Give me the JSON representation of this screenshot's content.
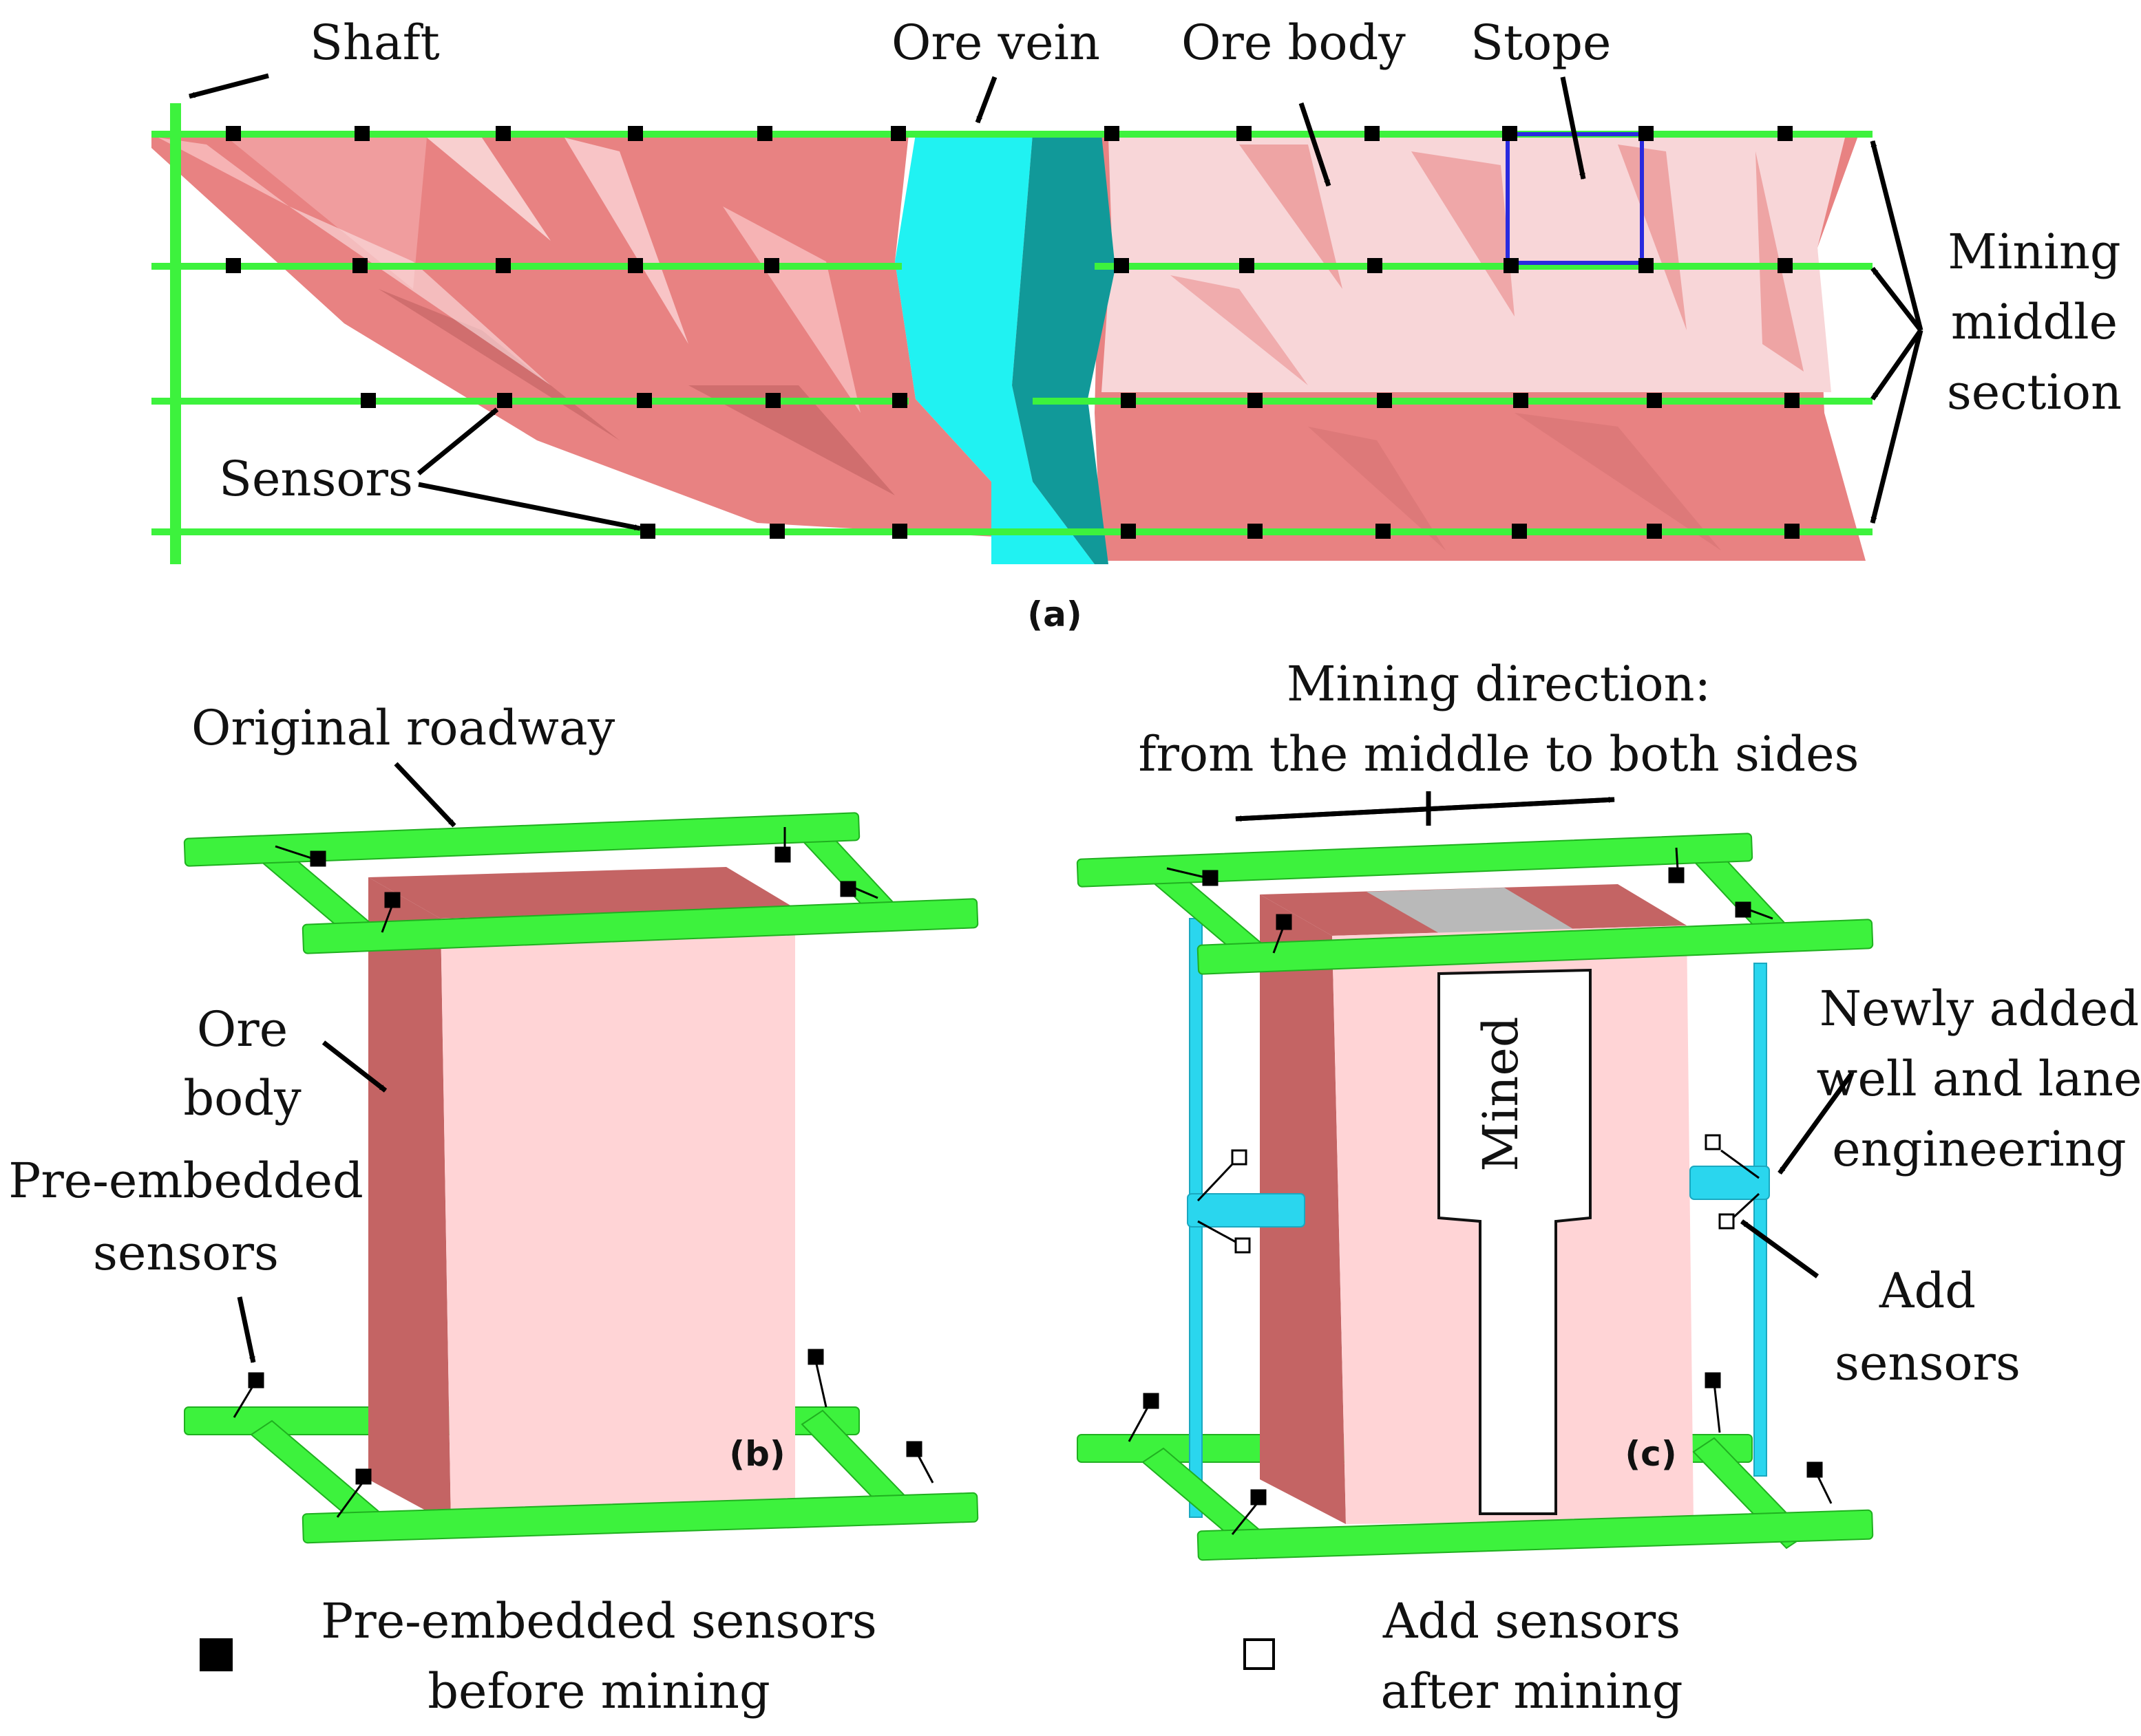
{
  "colors": {
    "ore": "#e88282",
    "ore_light": "#ffd4d6",
    "ore_dark": "#c46464",
    "roadway": "#3df23d",
    "vein": "#20f2f2",
    "vein_dark": "#119999",
    "new_roadway": "#2ad6ee",
    "stope_outline": "#2a2adf",
    "mined": "#ffffff",
    "mined_top": "#b9b9b9"
  },
  "panel_a": {
    "label": "(a)",
    "shaft": "Shaft",
    "ore_vein": "Ore vein",
    "ore_body": "Ore body",
    "stope": "Stope",
    "sensors": "Sensors",
    "mining_middle_section": [
      "Mining",
      "middle",
      "section"
    ]
  },
  "panel_b": {
    "label": "(b)",
    "original_roadway": "Original roadway",
    "ore_body": [
      "Ore",
      "body"
    ],
    "pre_embedded_sensors": [
      "Pre-embedded",
      "sensors"
    ]
  },
  "panel_c": {
    "label": "(c)",
    "mining_direction": [
      "Mining direction:",
      "from the middle to both sides"
    ],
    "mined": "Mined",
    "newly_added": [
      "Newly added",
      "well and lane",
      "engineering"
    ],
    "add_sensors": [
      "Add",
      "sensors"
    ]
  },
  "legend": {
    "pre_embedded": [
      "Pre-embedded sensors",
      "before mining"
    ],
    "add_after": [
      "Add sensors",
      "after mining"
    ]
  }
}
